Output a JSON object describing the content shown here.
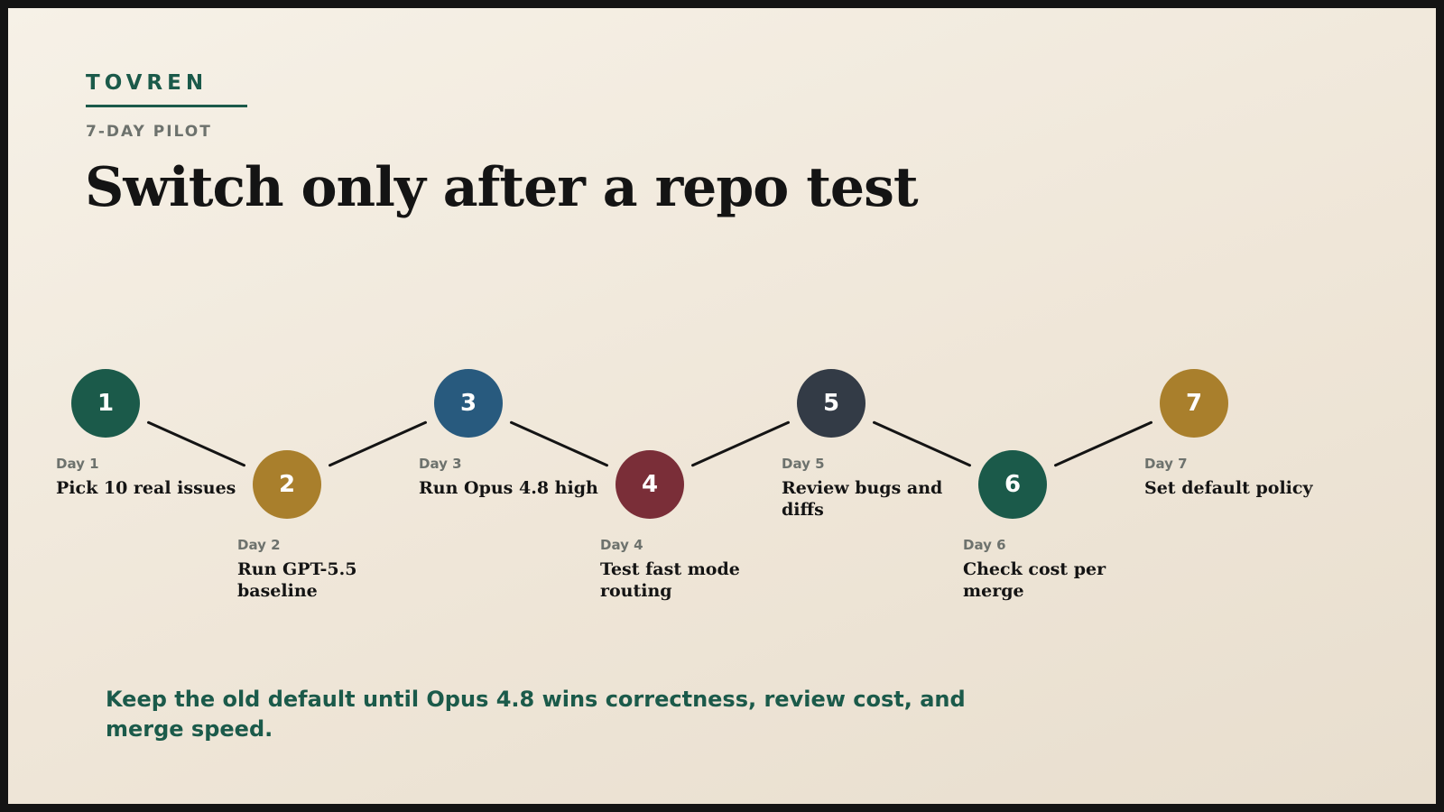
{
  "header": {
    "brand": "TOVREN",
    "eyebrow": "7-DAY PILOT",
    "title": "Switch only after a repo test"
  },
  "steps": [
    {
      "number": "1",
      "day": "Day 1",
      "text": "Pick 10 real issues",
      "color": "#1b5a4a",
      "row": "top"
    },
    {
      "number": "2",
      "day": "Day 2",
      "text": "Run GPT-5.5 baseline",
      "color": "#a97f2c",
      "row": "bottom"
    },
    {
      "number": "3",
      "day": "Day 3",
      "text": "Run Opus 4.8 high",
      "color": "#285a7e",
      "row": "top"
    },
    {
      "number": "4",
      "day": "Day 4",
      "text": "Test fast mode routing",
      "color": "#7a2e38",
      "row": "bottom"
    },
    {
      "number": "5",
      "day": "Day 5",
      "text": "Review bugs and diffs",
      "color": "#333b46",
      "row": "top"
    },
    {
      "number": "6",
      "day": "Day 6",
      "text": "Check cost per merge",
      "color": "#1b5a4a",
      "row": "bottom"
    },
    {
      "number": "7",
      "day": "Day 7",
      "text": "Set default policy",
      "color": "#a97f2c",
      "row": "top"
    }
  ],
  "footer": {
    "text": "Keep the old default until Opus 4.8 wins correctness, review cost, and merge speed."
  },
  "colors": {
    "accent": "#1b5a4a",
    "text": "#141414",
    "muted": "#6d726d"
  }
}
